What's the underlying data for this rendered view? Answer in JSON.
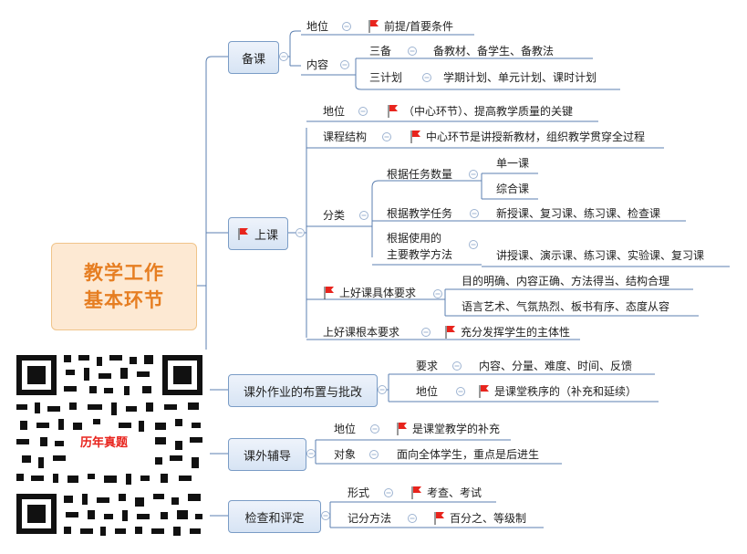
{
  "root": {
    "line1": "教学工作",
    "line2": "基本环节"
  },
  "qr": {
    "label": "历年真题"
  },
  "b1": {
    "label": "备课",
    "status_label": "地位",
    "status_value": "前提/首要条件",
    "content_label": "内容",
    "sanbei_label": "三备",
    "sanbei_value": "备教材、备学生、备教法",
    "sanjihua_label": "三计划",
    "sanjihua_value": "学期计划、单元计划、课时计划"
  },
  "b2": {
    "label": "上课",
    "status_label": "地位",
    "status_value": "（中心环节）、提高教学质量的关键",
    "structure_label": "课程结构",
    "structure_value": "中心环节是讲授新教材，组织教学贯穿全过程",
    "classify_label": "分类",
    "task_count_label": "根据任务数量",
    "single": "单一课",
    "combined": "综合课",
    "task_label": "根据教学任务",
    "task_value": "新授课、复习课、练习课、检查课",
    "method_label_1": "根据使用的",
    "method_label_2": "主要教学方法",
    "method_value": "讲授课、演示课、练习课、实验课、复习课",
    "good_label": "上好课具体要求",
    "good_value_1": "目的明确、内容正确、方法得当、结构合理",
    "good_value_2": "语言艺术、气氛热烈、板书有序、态度从容",
    "basic_label": "上好课根本要求",
    "basic_value": "充分发挥学生的主体性"
  },
  "b3": {
    "label": "课外作业的布置与批改",
    "req_label": "要求",
    "req_value": "内容、分量、难度、时间、反馈",
    "status_label": "地位",
    "status_value": "是课堂秩序的（补充和延续）"
  },
  "b4": {
    "label": "课外辅导",
    "status_label": "地位",
    "status_value": "是课堂教学的补充",
    "target_label": "对象",
    "target_value": "面向全体学生，重点是后进生"
  },
  "b5": {
    "label": "检查和评定",
    "form_label": "形式",
    "form_value": "考查、考试",
    "method_label": "记分方法",
    "method_value": "百分之、等级制"
  },
  "colors": {
    "accent": "#e67e22",
    "flag": "#e8241d",
    "line": "#5b7fb0",
    "node_border": "#7a9cc6"
  }
}
